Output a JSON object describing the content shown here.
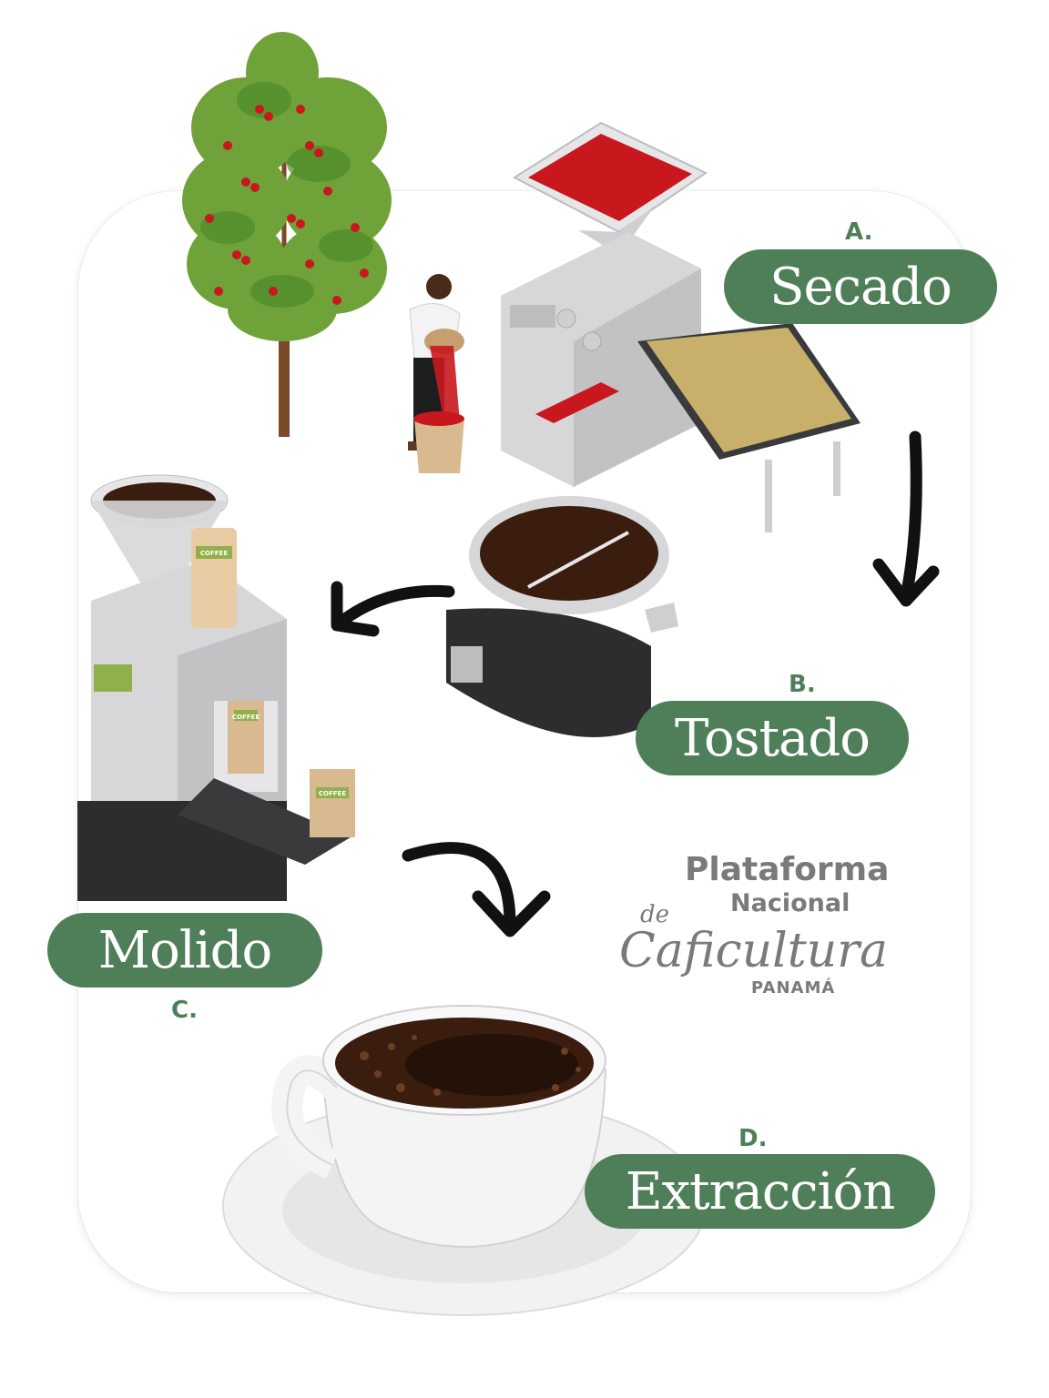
{
  "steps": [
    {
      "letter": "A.",
      "label": "Secado"
    },
    {
      "letter": "B.",
      "label": "Tostado"
    },
    {
      "letter": "C.",
      "label": "Molido"
    },
    {
      "letter": "D.",
      "label": "Extracción"
    }
  ],
  "logo": {
    "line1": "Plataforma",
    "line2": "Nacional",
    "de": "de",
    "script": "Caficultura",
    "country": "PANAMÁ"
  },
  "package_label": "COFFEE",
  "colors": {
    "accent": "#4f7f58",
    "logo_gray": "#7a7a7a",
    "cherry_red": "#c8181e",
    "machine_gray": "#d7d7d9",
    "base_dark": "#2d2d2f",
    "coffee_dark": "#3a1d0f"
  }
}
